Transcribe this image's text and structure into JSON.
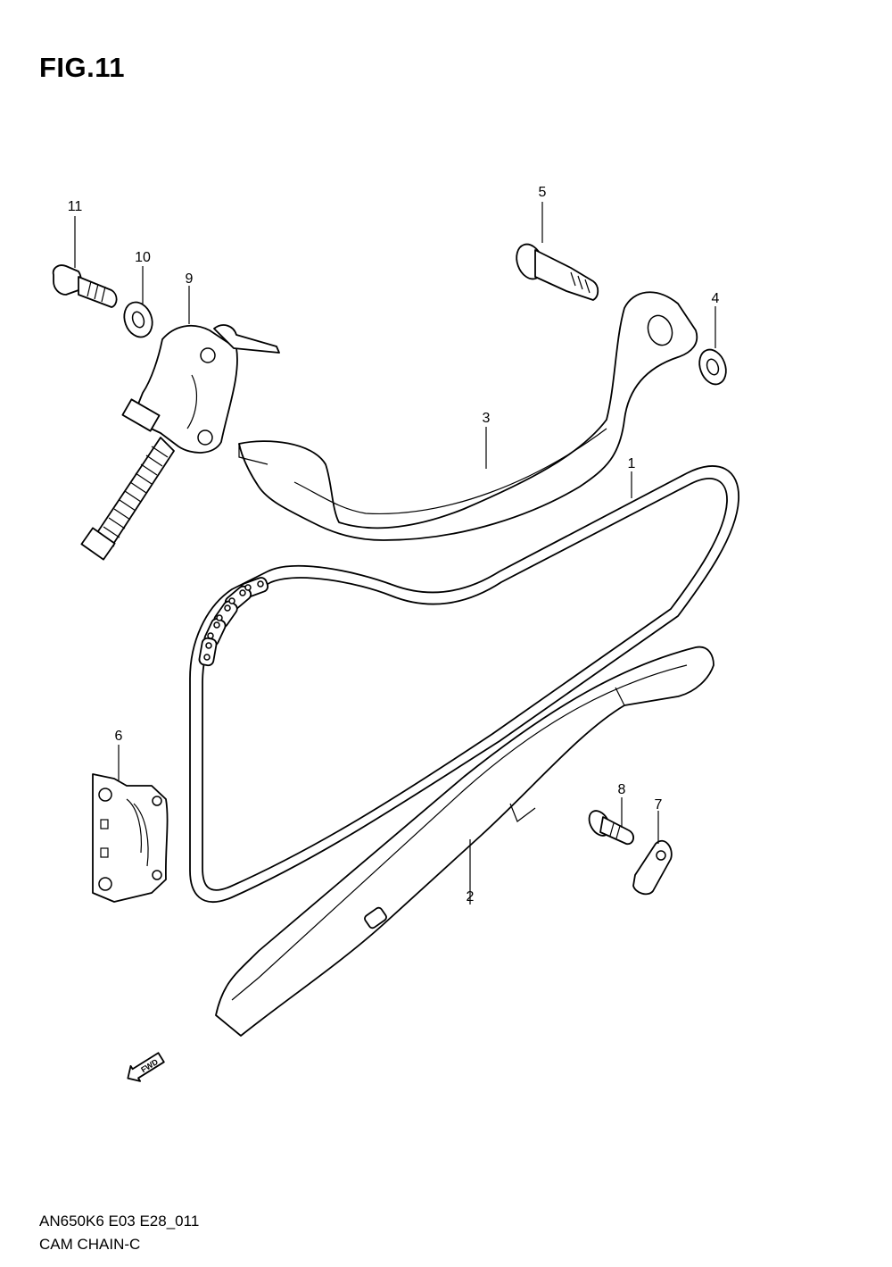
{
  "figure": {
    "title": "FIG.11",
    "code": "AN650K6 E03 E28_011",
    "name": "CAM CHAIN-C"
  },
  "callouts": [
    "1",
    "2",
    "3",
    "4",
    "5",
    "6",
    "7",
    "8",
    "9",
    "10",
    "11"
  ],
  "fwd_label": "FWD",
  "colors": {
    "line": "#000000",
    "background": "#ffffff"
  }
}
